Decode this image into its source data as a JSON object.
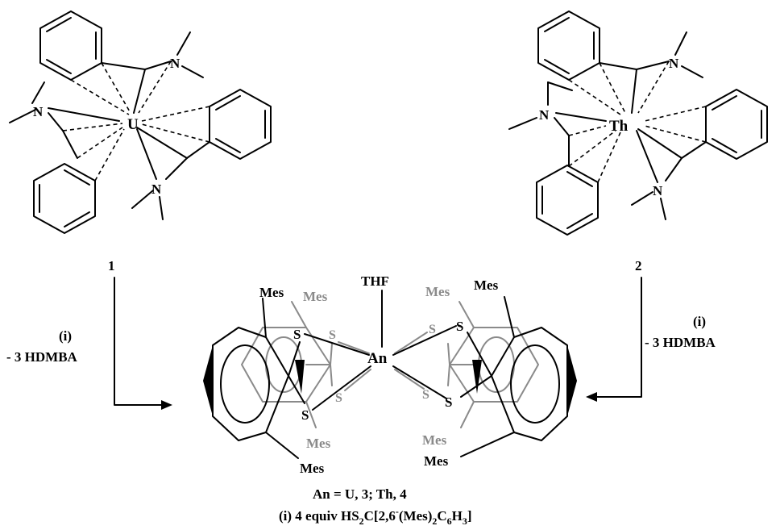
{
  "labels": {
    "u_center": "U",
    "th_center": "Th",
    "n_atom": "N",
    "arrow_1": "1",
    "arrow_2": "2",
    "reagent_left": "(i)",
    "reagent_right": "(i)",
    "byproduct_left": "- 3 HDMBA",
    "byproduct_right": "- 3 HDMBA",
    "thf": "THF",
    "an_center": "An",
    "sulfur": "S",
    "mes": "Mes"
  },
  "caption": {
    "line1": "An = U, 3; Th, 4",
    "line2_prefix": "(i) 4 equiv HS",
    "sub_2a": "2",
    "line2_mid1": "C[2,6",
    "sup_minus": "-",
    "line2_mid2": "(Mes)",
    "sub_2b": "2",
    "line2_mid3": "C",
    "sub_6": "6",
    "line2_mid4": "H",
    "sub_3": "3",
    "line2_suffix": "]"
  },
  "colors": {
    "ink": "#000000",
    "grey": "#8a8a8a"
  }
}
